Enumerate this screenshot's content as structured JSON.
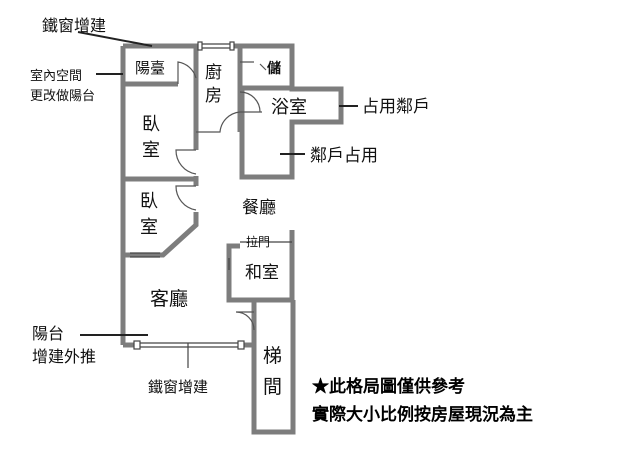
{
  "rooms": {
    "balcony": "陽臺",
    "kitchen_line1": "廚",
    "kitchen_line2": "房",
    "storage": "儲",
    "bath": "浴室",
    "bed1_line1": "臥",
    "bed1_line2": "室",
    "bed2_line1": "臥",
    "bed2_line2": "室",
    "dining": "餐廳",
    "sliding_door": "拉門",
    "tatami": "和室",
    "living": "客廳",
    "stair_line1": "梯",
    "stair_line2": "間"
  },
  "annotations": {
    "iron_window_top": "鐵窗增建",
    "indoor_to_balcony_line1": "室內空間",
    "indoor_to_balcony_line2": "更改做陽台",
    "occupy_neighbor_1": "占用鄰戶",
    "neighbor_occupy": "鄰戶占用",
    "balcony_ext_line1": "陽台",
    "balcony_ext_line2": "增建外推",
    "iron_window_bottom": "鐵窗增建"
  },
  "notes": {
    "line1": "★此格局圖僅供參考",
    "line2": "實際大小比例按房屋現況為主"
  },
  "colors": {
    "wall": "#7d7d7d",
    "line": "#222222",
    "text": "#111111"
  }
}
